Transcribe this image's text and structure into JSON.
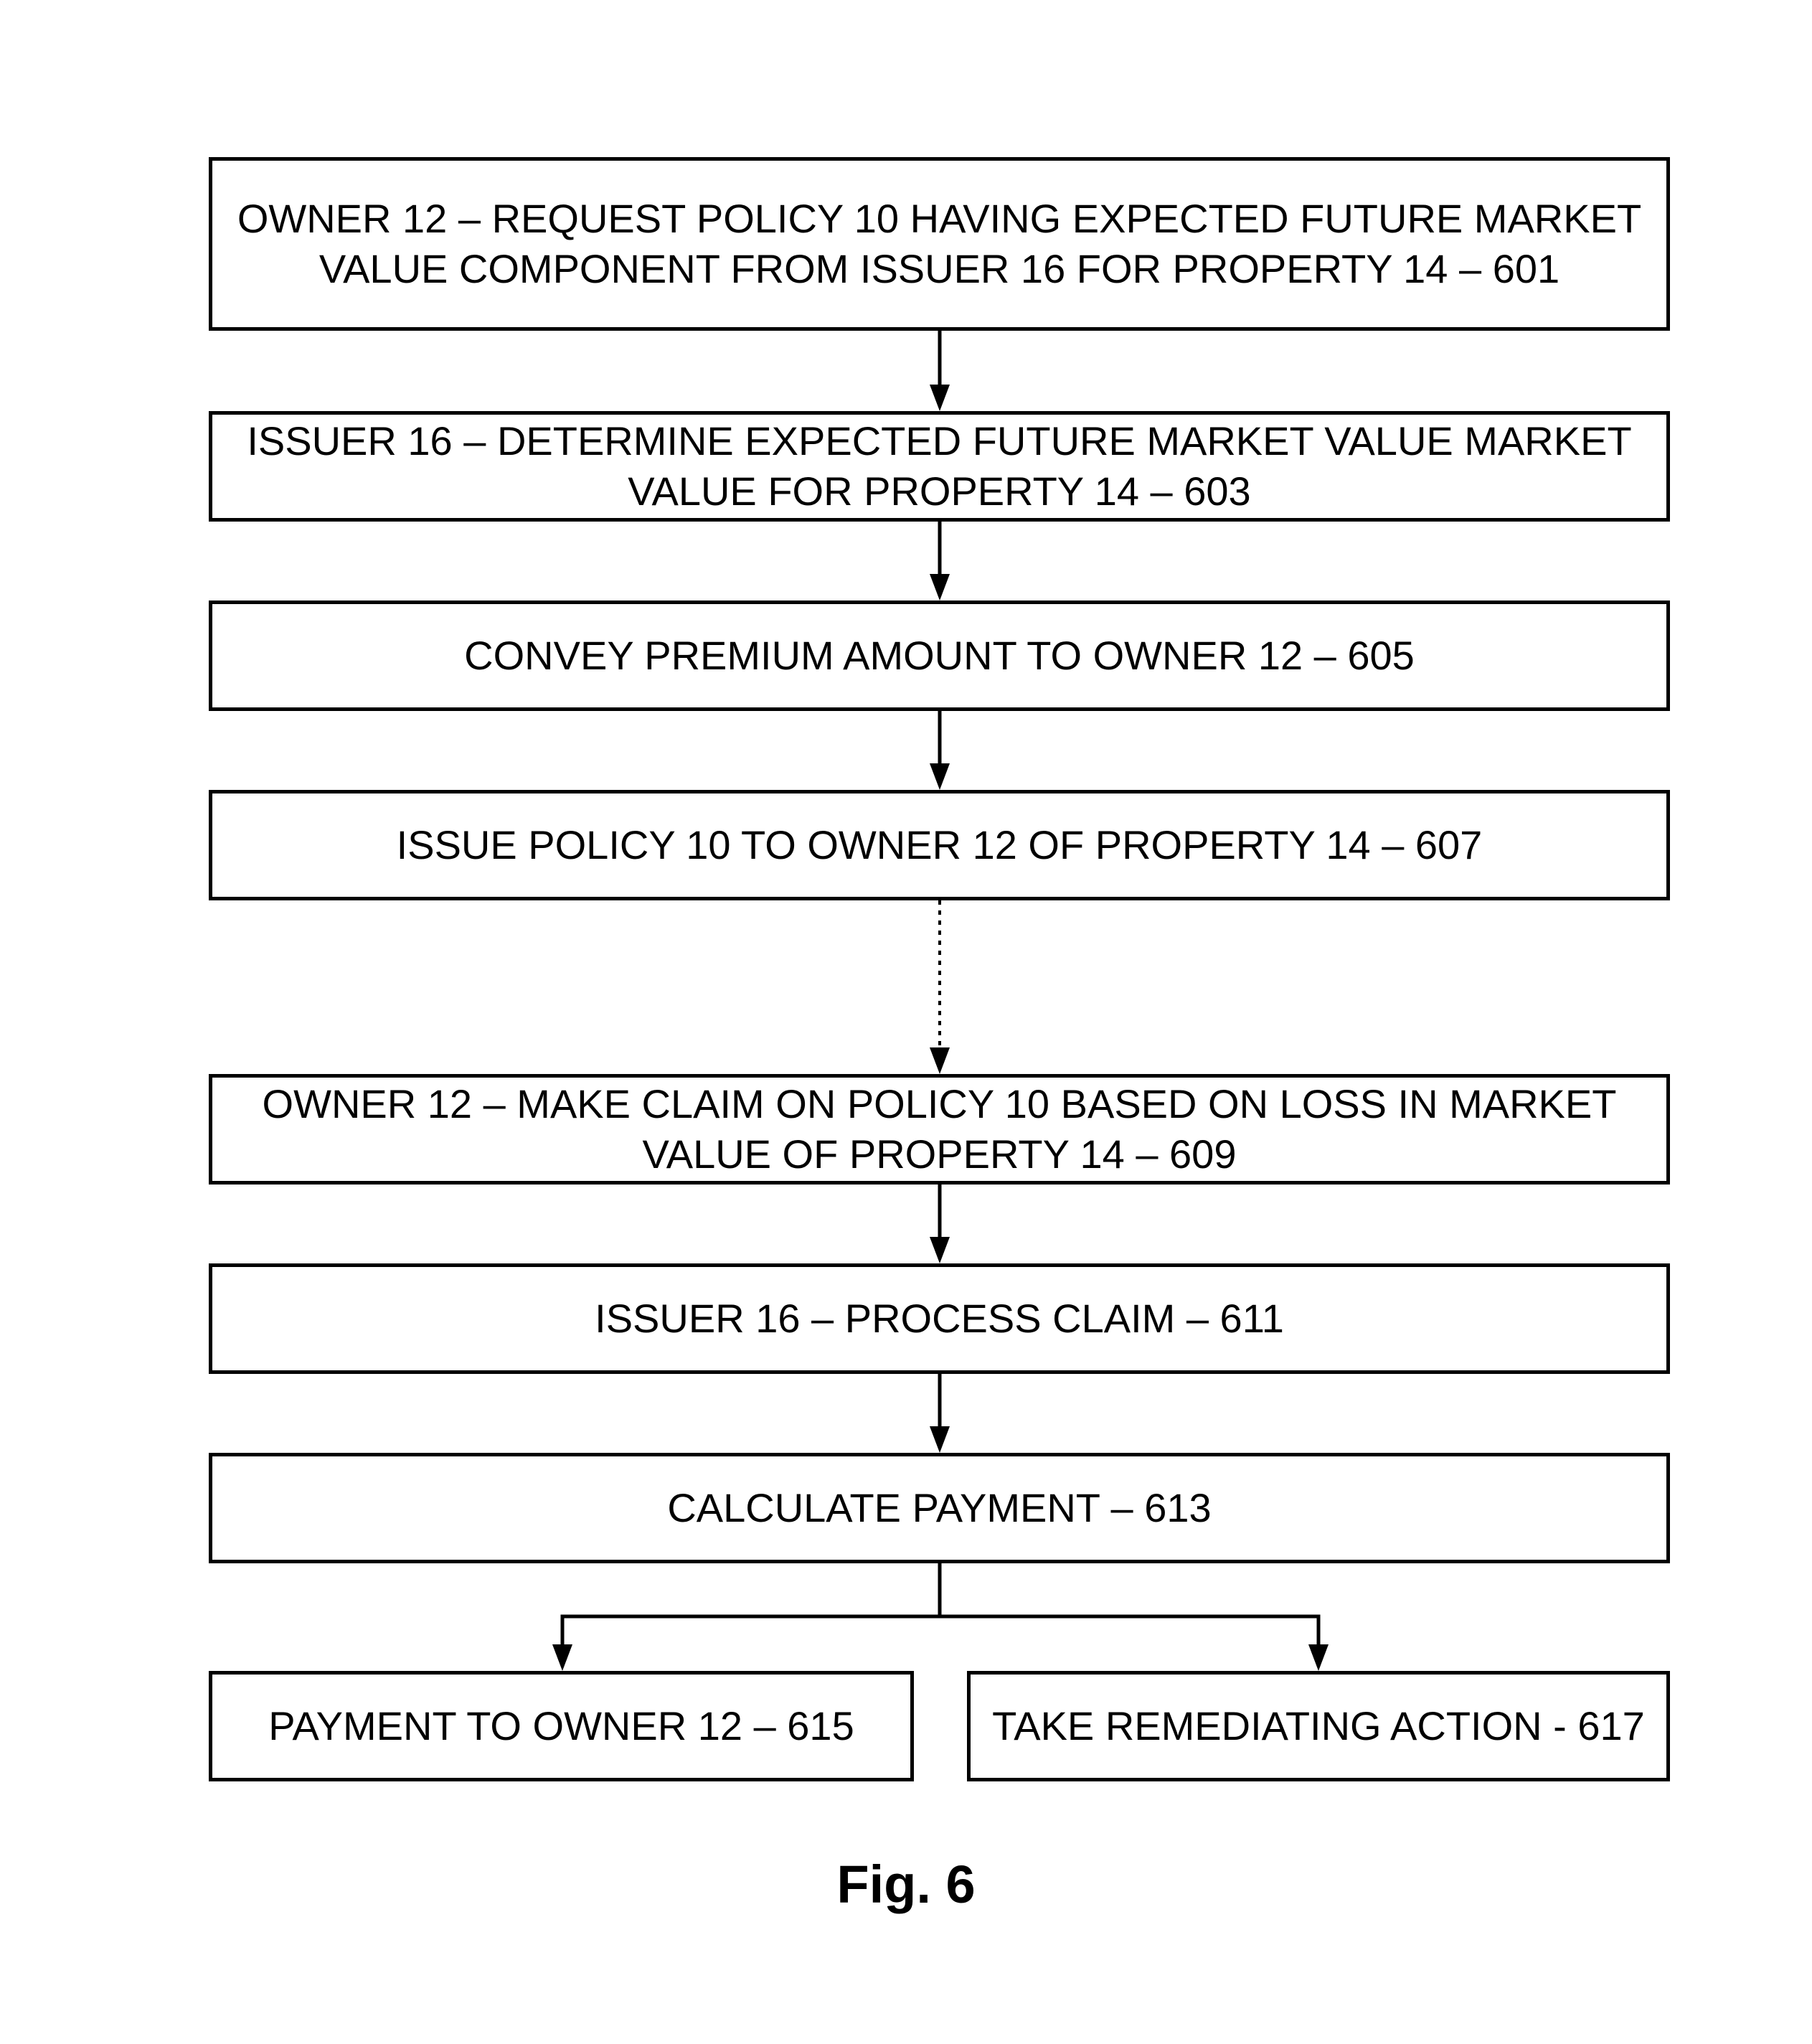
{
  "steps": {
    "s601": "OWNER 12 – REQUEST POLICY 10 HAVING EXPECTED FUTURE MARKET VALUE COMPONENT FROM ISSUER 16 FOR PROPERTY 14 – 601",
    "s603": "ISSUER 16 – DETERMINE EXPECTED FUTURE MARKET VALUE MARKET VALUE FOR PROPERTY 14 – 603",
    "s605": "CONVEY PREMIUM AMOUNT TO OWNER 12 – 605",
    "s607": "ISSUE POLICY 10 TO OWNER 12 OF PROPERTY 14 – 607",
    "s609": "OWNER 12 – MAKE CLAIM ON POLICY 10 BASED ON LOSS IN MARKET VALUE OF PROPERTY 14 – 609",
    "s611": "ISSUER 16 – PROCESS CLAIM – 611",
    "s613": "CALCULATE PAYMENT – 613",
    "s615": "PAYMENT TO OWNER 12 – 615",
    "s617": "TAKE REMEDIATING ACTION - 617"
  },
  "caption": "Fig. 6"
}
